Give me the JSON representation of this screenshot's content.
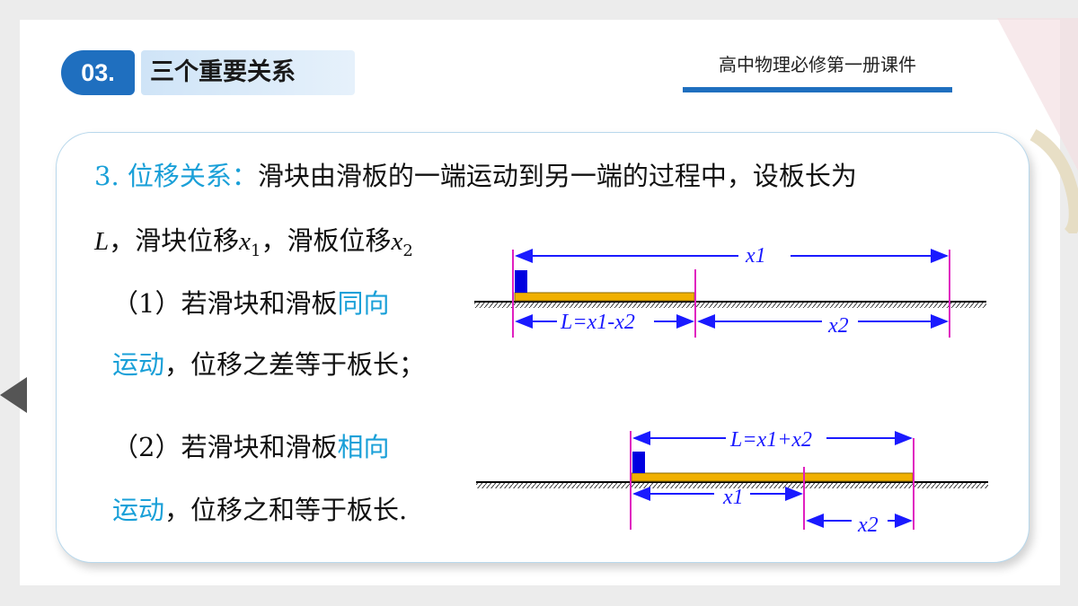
{
  "header": {
    "badge": "03.",
    "title": "三个重要关系",
    "subtitle": "高中物理必修第一册课件"
  },
  "content": {
    "line1_prefix": "3. 位移关系：",
    "line1_rest": "滑块由滑板的一端运动到另一端的过程中，设板长为",
    "line2_L": "L",
    "line2_a": "，滑块位移",
    "line2_x": "x",
    "line2_sub1": "1",
    "line2_b": "，滑板位移",
    "line2_sub2": "2",
    "case1_a": "（1）若滑块和滑板",
    "case1_blue": "同向",
    "case1_b_blue": "运动",
    "case1_b": "，位移之差等于板长；",
    "case2_a": "（2）若滑块和滑板",
    "case2_blue": "相向",
    "case2_b_blue": "运动",
    "case2_b": "，位移之和等于板长."
  },
  "diagram1": {
    "top_label": "x1",
    "left_label": "L=x1-x2",
    "right_label": "x2"
  },
  "diagram2": {
    "top_label": "L=x1+x2",
    "mid_label": "x1",
    "right_label": "x2"
  },
  "colors": {
    "accent": "#1f6fbf",
    "highlight": "#1aa0d8",
    "arrow": "#1a1aff",
    "marker": "#e020c0",
    "board": "#f0b000"
  }
}
